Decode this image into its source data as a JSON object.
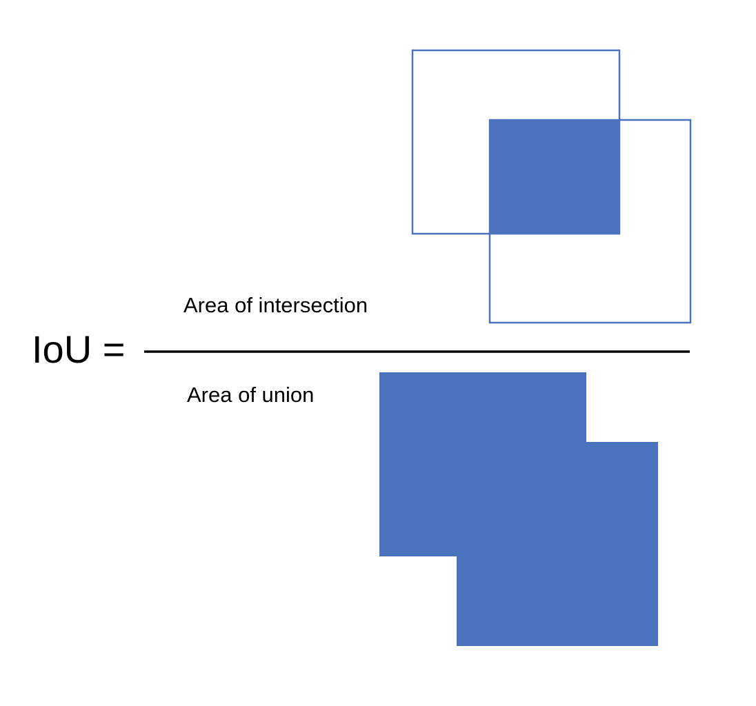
{
  "formula": {
    "lhs": "IoU =",
    "numerator": "Area of intersection",
    "denominator": "Area of union"
  },
  "colors": {
    "box": "#4a72bd",
    "fraction_line": "#000000",
    "background": "#ffffff"
  },
  "illustrations": {
    "numerator": "two overlapping box outlines with the overlap region filled",
    "denominator": "union of the two boxes filled solid"
  }
}
